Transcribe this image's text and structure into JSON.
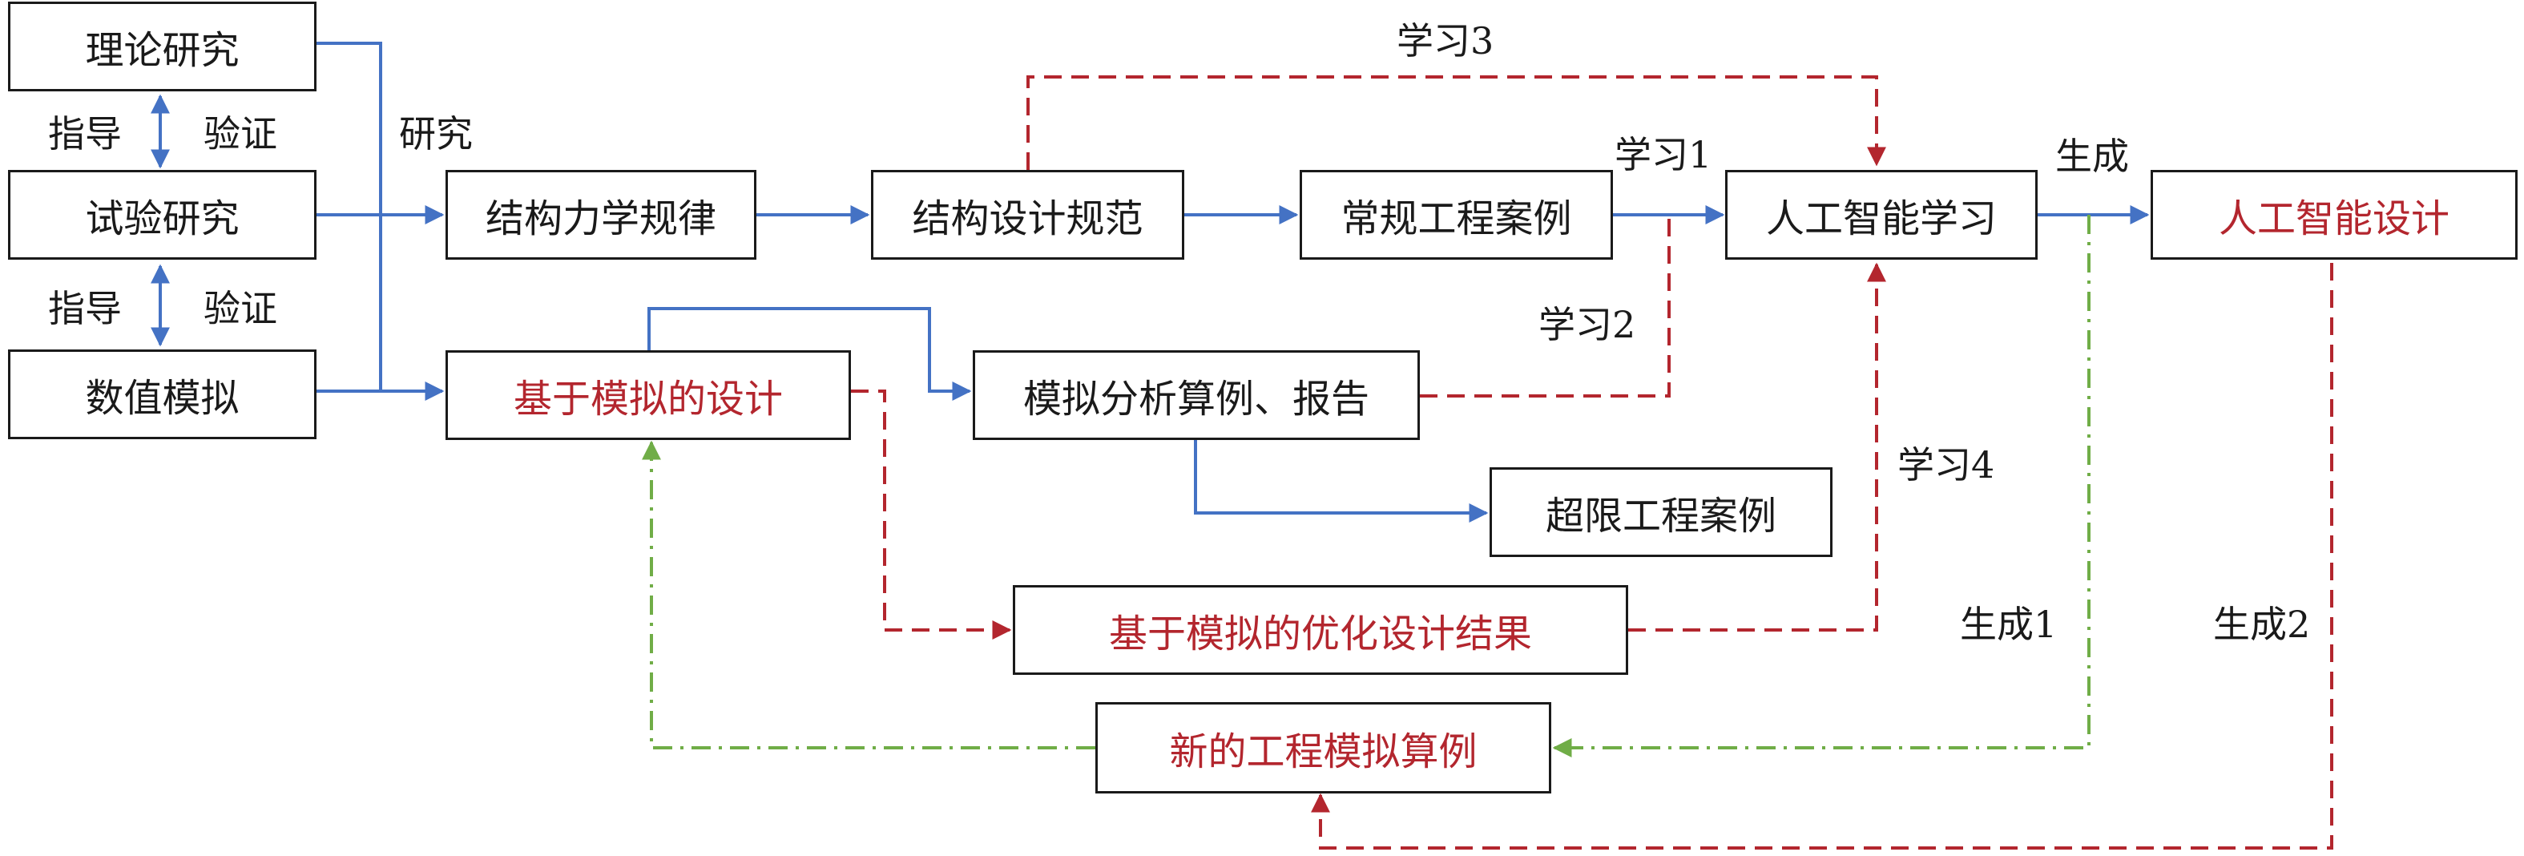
{
  "nodes": {
    "theory": "理论研究",
    "experiment": "试验研究",
    "numerical": "数值模拟",
    "mechanics": "结构力学规律",
    "spec": "结构设计规范",
    "cases": "常规工程案例",
    "ai_learn": "人工智能学习",
    "ai_design": "人工智能设计",
    "sim_design": "基于模拟的设计",
    "sim_analysis": "模拟分析算例、报告",
    "over_limit": "超限工程案例",
    "optimized": "基于模拟的优化设计结果",
    "new_cases": "新的工程模拟算例"
  },
  "labels": {
    "guide_1": "指导",
    "verify_1": "验证",
    "guide_2": "指导",
    "verify_2": "验证",
    "research": "研究",
    "learn_1": "学习1",
    "learn_2": "学习2",
    "learn_3": "学习3",
    "learn_4": "学习4",
    "generate": "生成",
    "generate_1": "生成1",
    "generate_2": "生成2"
  },
  "colors": {
    "box_border": "#1a1a1a",
    "text_dark": "#1a1a1a",
    "text_red": "#b3262e",
    "arrow_blue": "#4472c4",
    "arrow_red": "#b3262e",
    "arrow_green": "#70ad47"
  }
}
